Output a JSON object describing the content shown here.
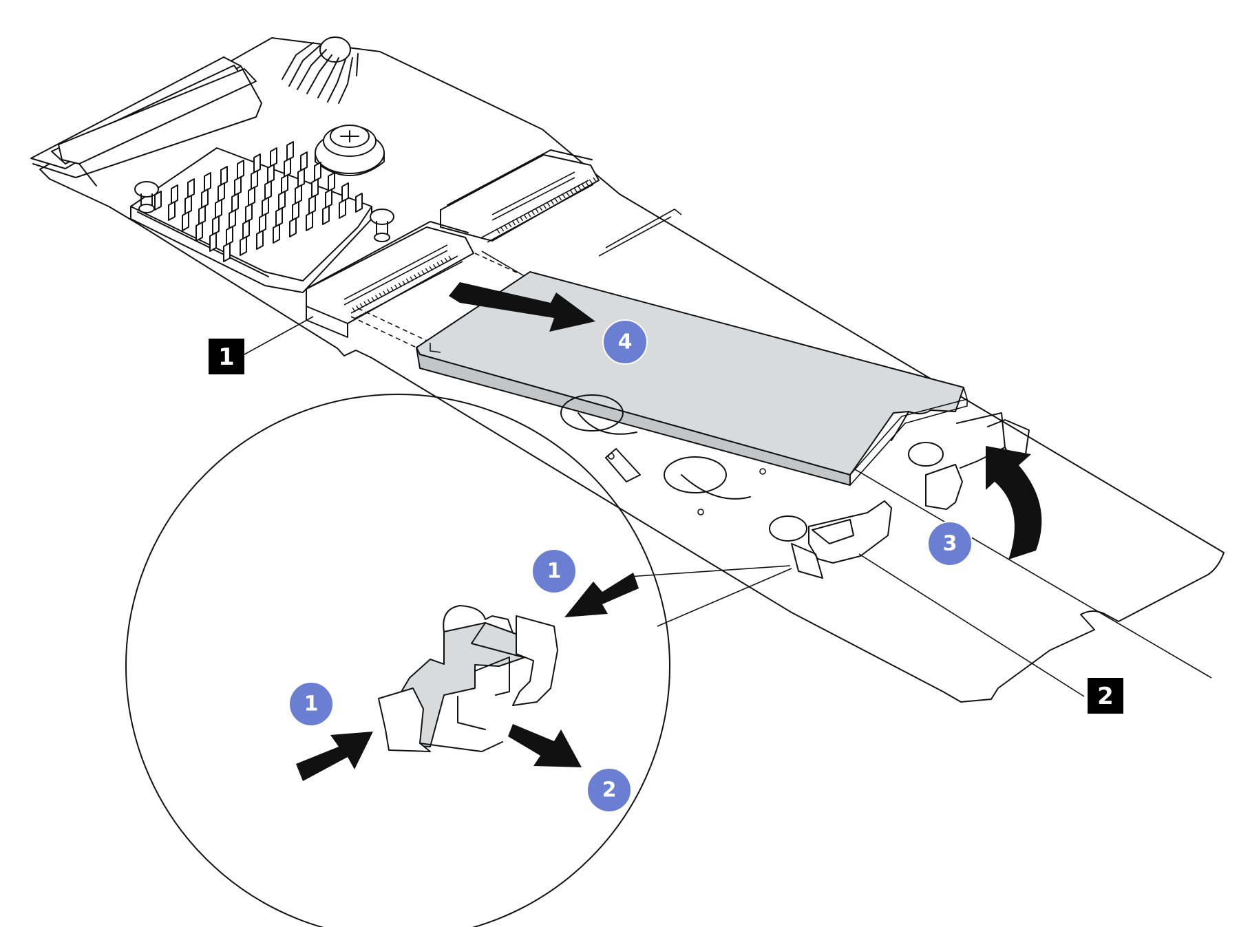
{
  "colors": {
    "line": "#111111",
    "drive_fill": "#d9dadb",
    "latch_fill": "#d9dadb",
    "step_badge": "#6a7fd2",
    "callout_box": "#000000"
  },
  "callouts": [
    {
      "label": "1"
    },
    {
      "label": "2"
    }
  ],
  "steps": [
    {
      "label": "1"
    },
    {
      "label": "1"
    },
    {
      "label": "2"
    },
    {
      "label": "3"
    },
    {
      "label": "4"
    }
  ]
}
